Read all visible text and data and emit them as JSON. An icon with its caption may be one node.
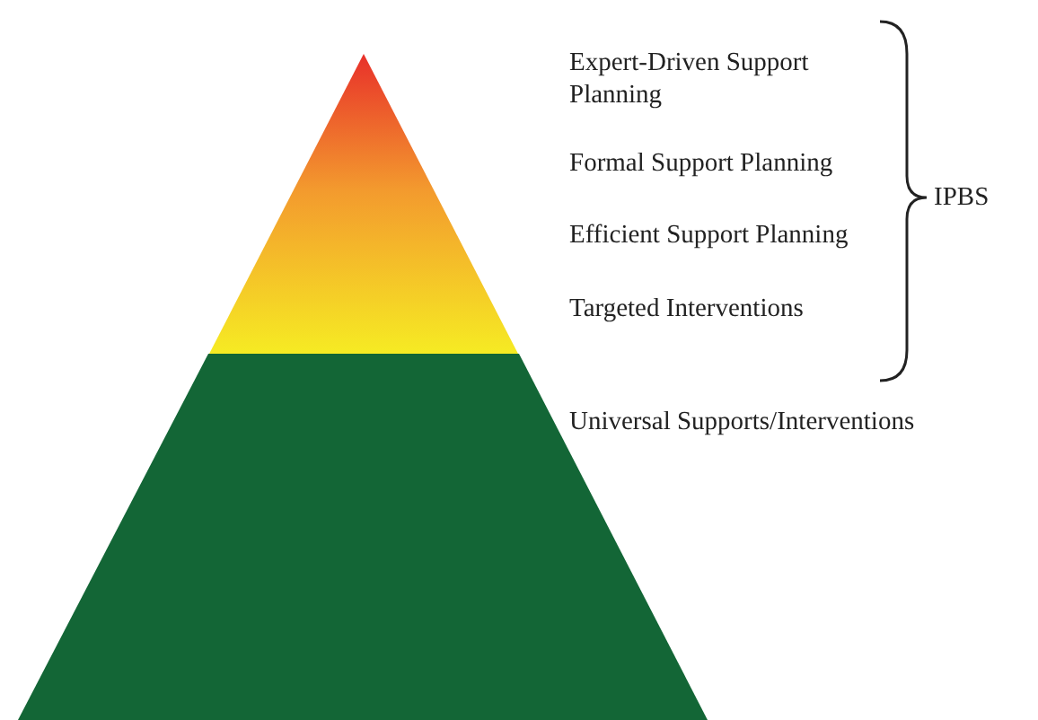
{
  "diagram": {
    "nodes": [
      {
        "text": [],
        "shape": "triangle",
        "beside": [
          "Expert-Driven Support Planning",
          "Formal Support Planning",
          "Efficient Support Planning",
          "Targeted Interventions"
        ]
      },
      {
        "text": [],
        "shape": "trapezoid",
        "beside": [
          "Universal Supports/Interventions"
        ]
      }
    ],
    "edges": [],
    "labels": [
      "IPBS"
    ]
  }
}
